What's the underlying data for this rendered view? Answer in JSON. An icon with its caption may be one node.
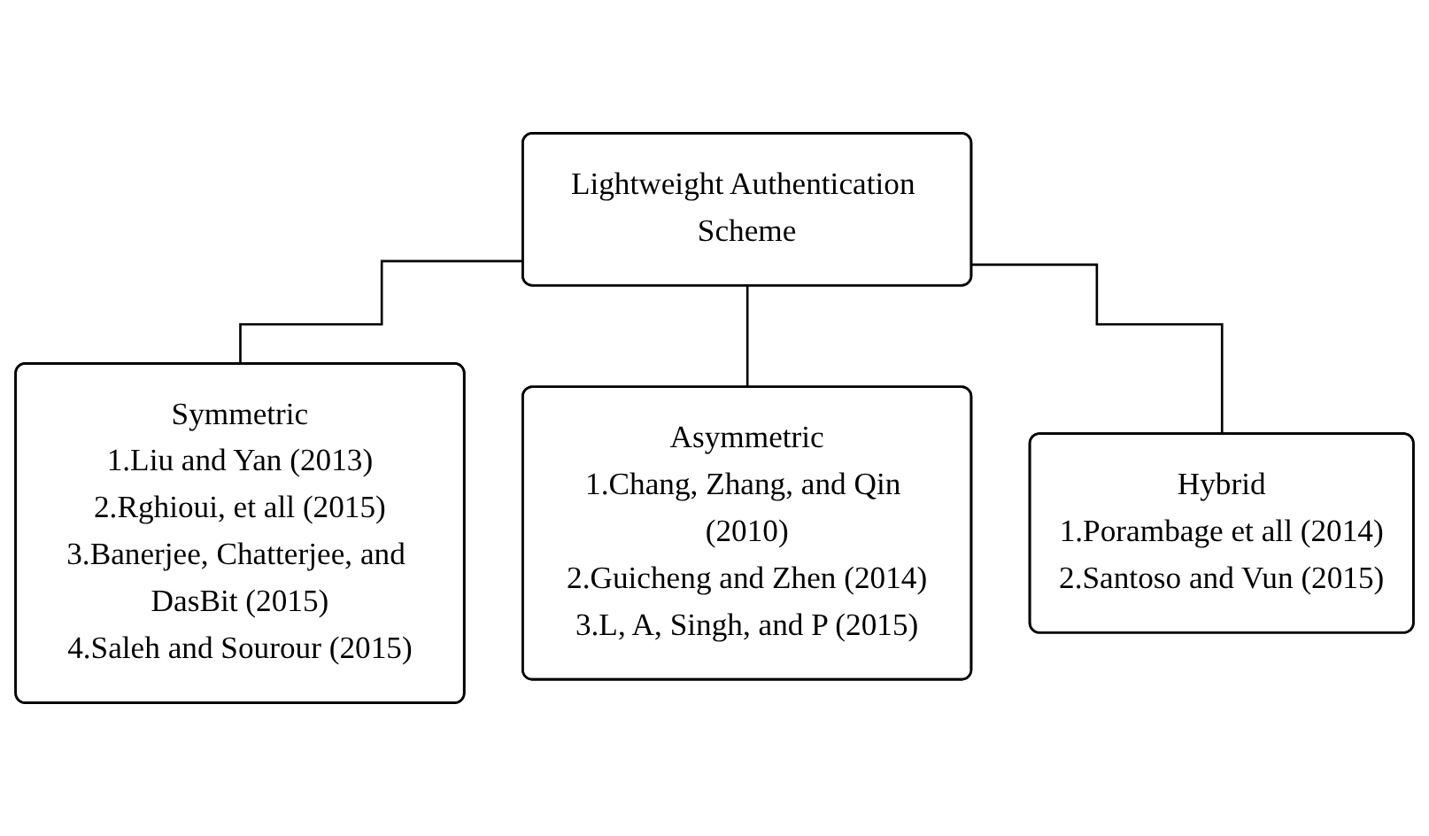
{
  "diagram": {
    "nodes": [
      {
        "text": [
          "Lightweight Authentication Scheme"
        ]
      },
      {
        "text": [
          "Symmetric",
          "1.Liu and Yan (2013)",
          "2.Rghioui, et all (2015)",
          "3.Banerjee, Chatterjee, and DasBit (2015)",
          "4.Saleh and Sourour (2015)"
        ]
      },
      {
        "text": [
          "Asymmetric",
          "1.Chang, Zhang, and Qin (2010)",
          "2.Guicheng and Zhen (2014)",
          "3.L, A, Singh, and P (2015)"
        ]
      },
      {
        "text": [
          "Hybrid",
          "1.Porambage et all (2014)",
          "2.Santoso and Vun (2015)"
        ]
      }
    ],
    "edges": [
      {
        "from": 0,
        "to": 1,
        "arrow": "none"
      },
      {
        "from": 0,
        "to": 2,
        "arrow": "none"
      },
      {
        "from": 0,
        "to": 3,
        "arrow": "none"
      }
    ]
  }
}
